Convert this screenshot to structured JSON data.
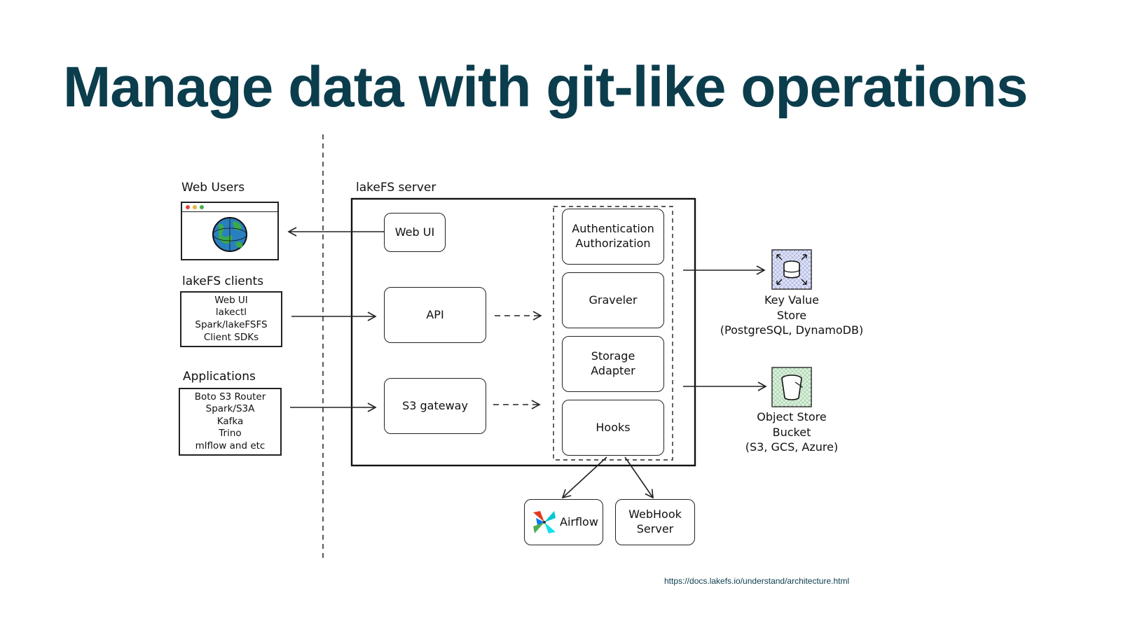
{
  "title": "Manage data with git-like operations",
  "web_users": {
    "label": "Web Users"
  },
  "clients": {
    "label": "lakeFS clients",
    "items": [
      "Web UI",
      "lakectl",
      "Spark/lakeFSFS",
      "Client SDKs"
    ]
  },
  "applications": {
    "label": "Applications",
    "items": [
      "Boto S3 Router",
      "Spark/S3A",
      "Kafka",
      "Trino",
      "mlflow and etc"
    ]
  },
  "server": {
    "label": "lakeFS server",
    "web_ui": "Web UI",
    "api": "API",
    "s3_gateway": "S3 gateway",
    "auth_line1": "Authentication",
    "auth_line2": "Authorization",
    "graveler": "Graveler",
    "storage_line1": "Storage",
    "storage_line2": "Adapter",
    "hooks": "Hooks"
  },
  "kv_store": {
    "line1": "Key Value",
    "line2": "Store",
    "line3": "(PostgreSQL, DynamoDB)"
  },
  "object_store": {
    "line1": "Object Store",
    "line2": "Bucket",
    "line3": "(S3, GCS, Azure)"
  },
  "airflow": "Airflow",
  "webhook_line1": "WebHook",
  "webhook_line2": "Server",
  "url": "https://docs.lakefs.io/understand/architecture.html",
  "icons": {
    "globe": "globe-icon",
    "kv": "database-icon",
    "bucket": "bucket-icon",
    "airflow": "airflow-pinwheel-icon"
  },
  "colors": {
    "title": "#0b3d4d",
    "kv_bg": "#dfe2f5",
    "bucket_bg": "#dcefdc",
    "globe_blue": "#2a7fc0",
    "globe_green": "#3aaa4a"
  }
}
